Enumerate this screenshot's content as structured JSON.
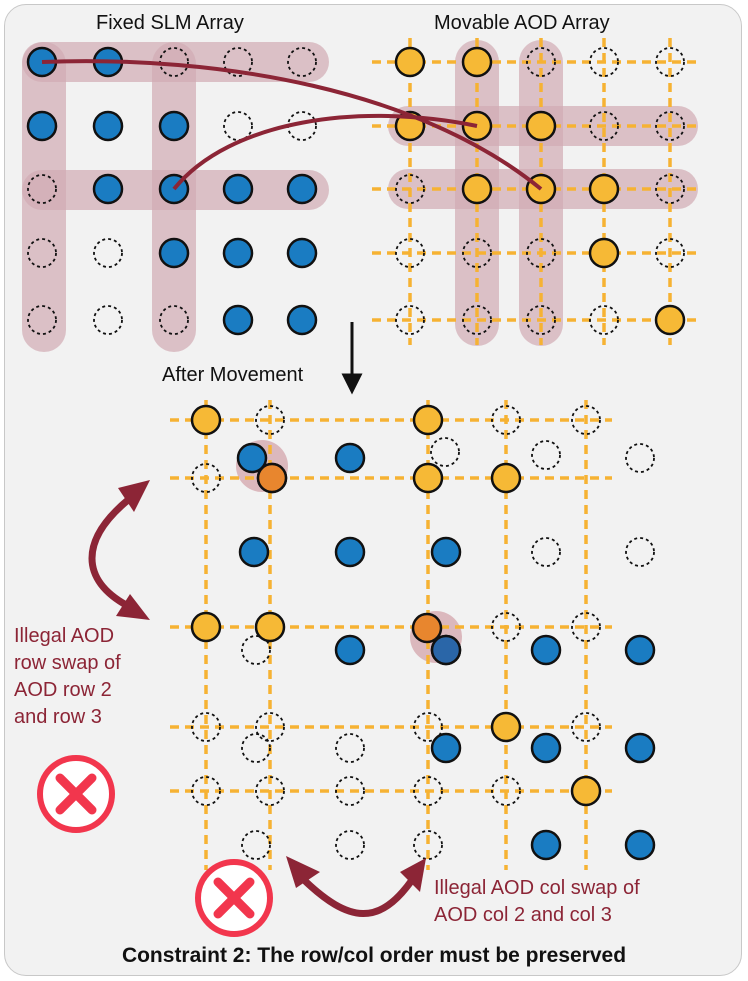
{
  "titles": {
    "slm_array": "Fixed SLM Array",
    "aod_array": "Movable AOD Array",
    "after_movement": "After Movement"
  },
  "annotations": {
    "row_swap": [
      "Illegal AOD",
      "row swap of",
      "AOD row 2",
      "and row 3"
    ],
    "col_swap": [
      "Illegal AOD col swap of",
      "AOD col 2 and col 3"
    ]
  },
  "caption": "Constraint 2: The row/col order must be preserved",
  "colors": {
    "slm_atom": "#1a7cc2",
    "aod_atom": "#f6b936",
    "aod_line": "#f6b233",
    "highlight": "#d1abb4",
    "overlap_highlight": "#d7aeb4",
    "arrow": "#8c2536",
    "error_icon": "#f2364d",
    "frame": "#f2f2f2"
  },
  "icons": [
    "down-arrow-icon",
    "double-arrow-icon",
    "error-x-icon"
  ]
}
